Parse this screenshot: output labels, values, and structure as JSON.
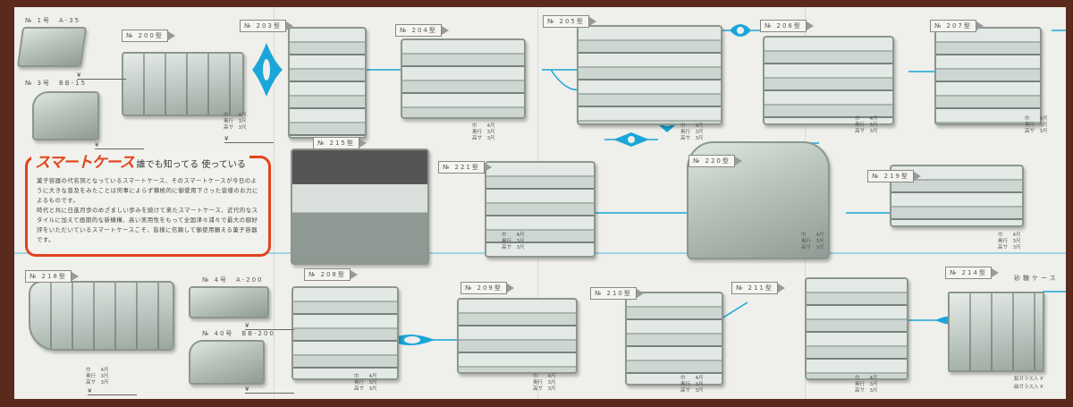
{
  "intro": {
    "brand": "スマートケース",
    "tagline": "誰でも知ってる 使っている",
    "paragraph1": "菓子容器の代名詞となっているスマートケース、そのスマートケースが今日のように大きな普及をみたことは何事によらず積極的に御愛用下さった皆様のお力によるものです。",
    "paragraph2": "時代と共に日進月歩のめざましい歩みを続けて来たスマートケース、近代的なスタイルに加えて画期的な新機構、高い実用性をもって全国津々浦々で最大の御好評をいただいているスマートケースこそ、皆様に信頼して御使用願える菓子容器です。"
  },
  "products": [
    {
      "id": "p1",
      "label": "№ 1号　A-35"
    },
    {
      "id": "p3",
      "label": "№ 3号　BB-15"
    },
    {
      "id": "p200",
      "label": "№ 200型"
    },
    {
      "id": "p203",
      "label": "№ 203型"
    },
    {
      "id": "p204",
      "label": "№ 204型"
    },
    {
      "id": "p205",
      "label": "№ 205型"
    },
    {
      "id": "p206",
      "label": "№ 206型"
    },
    {
      "id": "p207",
      "label": "№ 207型"
    },
    {
      "id": "p215",
      "label": "№ 215型"
    },
    {
      "id": "p221",
      "label": "№ 221型"
    },
    {
      "id": "p220",
      "label": "№ 220型"
    },
    {
      "id": "p219",
      "label": "№ 219型"
    },
    {
      "id": "p218",
      "label": "№ 218型"
    },
    {
      "id": "p4",
      "label": "№ 4号　A-200"
    },
    {
      "id": "p40",
      "label": "№ 40号　BB-200"
    },
    {
      "id": "p208",
      "label": "№ 208型"
    },
    {
      "id": "p209",
      "label": "№ 209型"
    },
    {
      "id": "p210",
      "label": "№ 210型"
    },
    {
      "id": "p211",
      "label": "№ 211型"
    },
    {
      "id": "p214",
      "label": "№ 214型"
    }
  ],
  "sugar_case": "砂糖ケース",
  "spec": "巾　　4尺\n奥行　3尺\n高サ　3尺",
  "yen": "¥",
  "sugar_prices": [
    "鉛ガラス入 ¥",
    "硝ガラス入 ¥"
  ],
  "colors": {
    "accent_red": "#e2431c",
    "cyan": "#1aa6d8"
  }
}
